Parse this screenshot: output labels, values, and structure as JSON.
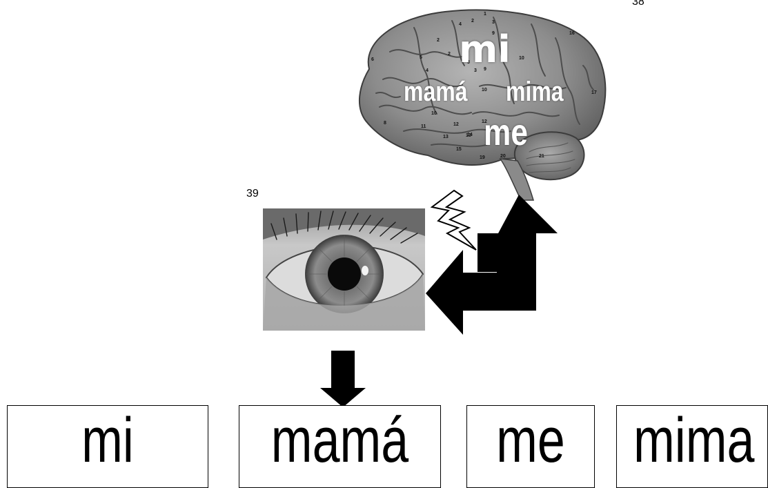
{
  "figure_numbers": {
    "brain": "38",
    "eye": "39"
  },
  "brain_words": {
    "top": "mi",
    "left": "mamá",
    "right": "mima",
    "bottom": "me"
  },
  "brain_region_numbers": [
    "1",
    "2",
    "3",
    "4",
    "2",
    "3",
    "9",
    "5",
    "6",
    "2",
    "4",
    "3",
    "9",
    "10",
    "10",
    "10",
    "16",
    "17",
    "8",
    "11",
    "12",
    "13",
    "12",
    "13",
    "14",
    "15",
    "19",
    "20",
    "21"
  ],
  "word_cards": [
    {
      "word": "mi"
    },
    {
      "word": "mamá"
    },
    {
      "word": "me"
    },
    {
      "word": "mima"
    }
  ],
  "colors": {
    "arrow": "#000000",
    "background": "#ffffff",
    "brain_text": "#ffffff"
  },
  "icons": [
    "lightning-bolt-icon",
    "up-arrow-icon",
    "left-arrow-icon",
    "down-arrow-icon"
  ]
}
